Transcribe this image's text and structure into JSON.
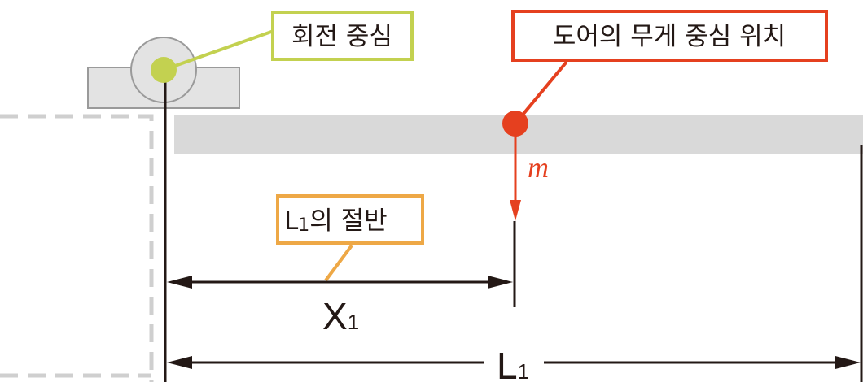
{
  "labels": {
    "pivot": "회전 중심",
    "door_cog": "도어의 무게 중심 위치",
    "half_prefix": "L",
    "half_sub": "1",
    "half_suffix": "의 절반",
    "mass": "m",
    "x1_main": "X",
    "x1_sub": "1",
    "l1_main": "L",
    "l1_sub": "1"
  },
  "colors": {
    "pivot_accent": "#c3d150",
    "cog_accent": "#e5401f",
    "half_accent": "#eea846",
    "line": "#231815",
    "door_fill": "#d9d9d9",
    "dashed": "#cfcfcf",
    "hinge_fill": "#e3e3e3",
    "hinge_stroke": "#9a9a9a"
  }
}
